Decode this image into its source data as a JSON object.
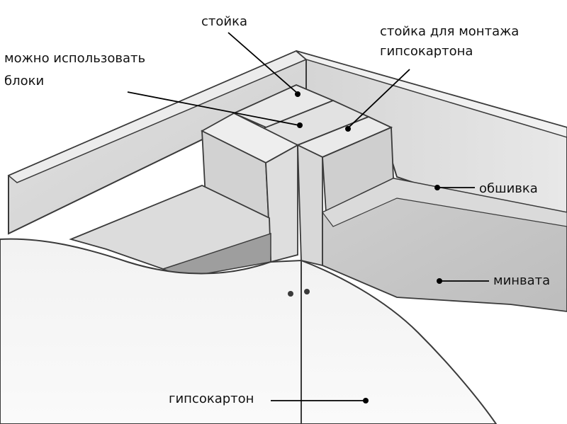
{
  "labels": {
    "stud": "стойка",
    "stud_drywall_line1": "стойка для монтажа",
    "stud_drywall_line2": "гипсокартона",
    "blocks_line1": "можно использовать",
    "blocks_line2": "блоки",
    "sheathing": "обшивка",
    "mineral_wool": "минвата",
    "drywall": "гипсокартон"
  },
  "colors": {
    "outline": "#3a3a3a",
    "wall_sheathing": "#dcdcdc",
    "wood_light": "#e6e6e6",
    "wood_mid": "#cfcfcf",
    "wood_dark": "#b9b9b9",
    "insulation": "#c8c8c8",
    "insulation_top": "#d8d8d8",
    "drywall": "#f4f4f4",
    "shadow": "#9e9e9e",
    "leader": "#000000"
  }
}
